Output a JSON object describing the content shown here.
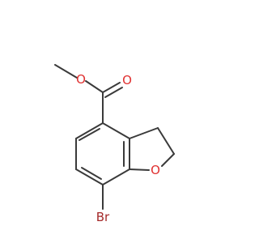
{
  "molecule": {
    "atoms": {
      "O_methoxy": {
        "label": "O",
        "color": "#e03030"
      },
      "O_carbonyl": {
        "label": "O",
        "color": "#e03030"
      },
      "O_ring": {
        "label": "O",
        "color": "#e03030"
      },
      "Br": {
        "label": "Br",
        "color": "#a52a2a"
      }
    },
    "bond_color": "#3a3a3a"
  }
}
